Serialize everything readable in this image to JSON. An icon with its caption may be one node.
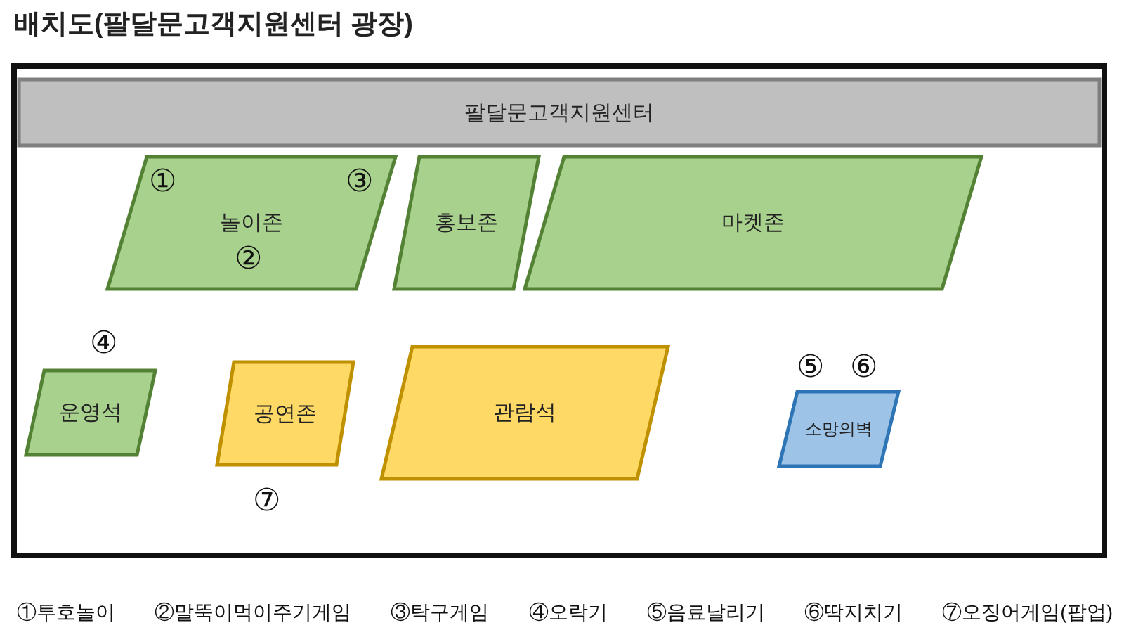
{
  "diagram": {
    "title": "배치도(팔달문고객지원센터 광장)",
    "nodes": [
      {
        "text": [],
        "shape": "box"
      },
      {
        "text": [
          "팔달문고객지원센터"
        ],
        "in": 0
      },
      {
        "text": [
          "놀이존"
        ],
        "in": 0
      },
      {
        "text": [
          "홍보존"
        ],
        "in": 0
      },
      {
        "text": [
          "마켓존"
        ],
        "in": 0
      },
      {
        "text": [
          "운영석"
        ],
        "in": 0
      },
      {
        "text": [
          "공연존"
        ],
        "in": 0
      },
      {
        "text": [
          "관람석"
        ],
        "in": 0
      },
      {
        "text": [
          "소망의벽"
        ],
        "in": 0
      }
    ],
    "labels": [
      "①",
      "③",
      "②",
      "④",
      "⑤",
      "⑥",
      "⑦",
      "①투호놀이",
      "②말뚝이먹이주기게임",
      "③탁구게임",
      "④오락기",
      "⑤음료날리기",
      "⑥딱지치기",
      "⑦오징어게임(팝업)"
    ]
  }
}
